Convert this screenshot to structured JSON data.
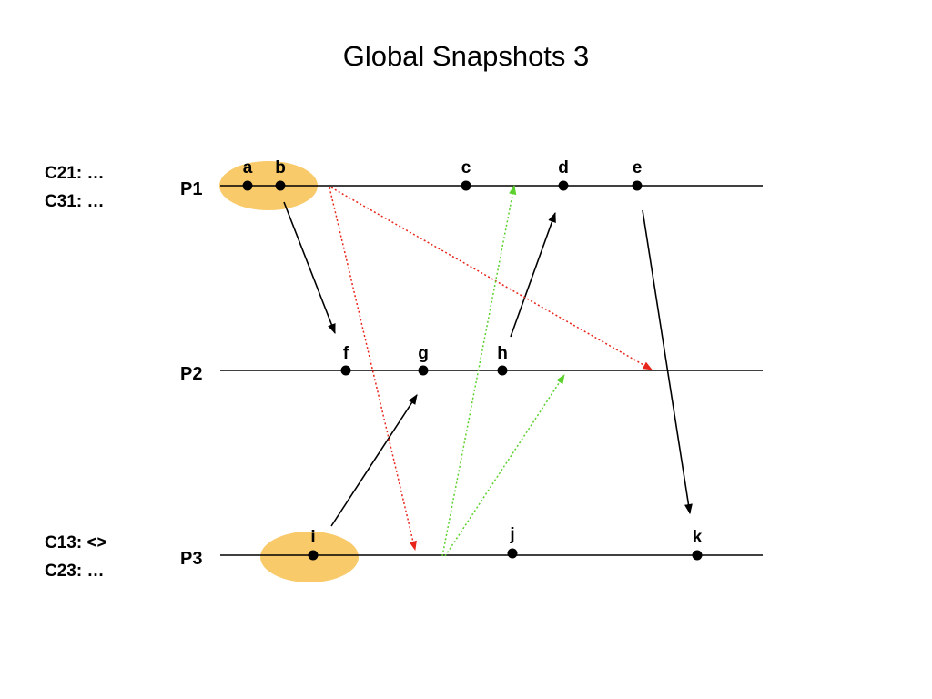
{
  "title": "Global Snapshots 3",
  "colors": {
    "snapshot_region": "#f9ca6a",
    "message": "#000000",
    "marker_red": "#e8251b",
    "marker_green": "#5cd12e",
    "timeline": "#000000"
  },
  "processes": [
    {
      "id": "P1",
      "label": "P1"
    },
    {
      "id": "P2",
      "label": "P2"
    },
    {
      "id": "P3",
      "label": "P3"
    }
  ],
  "events": [
    {
      "label": "a",
      "process": "P1"
    },
    {
      "label": "b",
      "process": "P1"
    },
    {
      "label": "c",
      "process": "P1"
    },
    {
      "label": "d",
      "process": "P1"
    },
    {
      "label": "e",
      "process": "P1"
    },
    {
      "label": "f",
      "process": "P2"
    },
    {
      "label": "g",
      "process": "P2"
    },
    {
      "label": "h",
      "process": "P2"
    },
    {
      "label": "i",
      "process": "P3"
    },
    {
      "label": "j",
      "process": "P3"
    },
    {
      "label": "k",
      "process": "P3"
    }
  ],
  "channel_states": {
    "p1": [
      "C21: …",
      "C31: …"
    ],
    "p3": [
      "C13: <>",
      "C23: …"
    ]
  },
  "messages": [
    {
      "from": "b",
      "to": "f",
      "style": "solid",
      "color": "black"
    },
    {
      "from": "i",
      "to": "g",
      "style": "solid",
      "color": "black"
    },
    {
      "from": "h",
      "to": "d",
      "style": "solid",
      "color": "black"
    },
    {
      "from": "e",
      "to": "k",
      "style": "solid",
      "color": "black"
    },
    {
      "from": "P1",
      "to": "P3",
      "style": "dotted",
      "color": "red",
      "kind": "marker"
    },
    {
      "from": "P1",
      "to": "P2",
      "style": "dotted",
      "color": "red",
      "kind": "marker"
    },
    {
      "from": "P3",
      "to": "P1",
      "style": "dotted",
      "color": "green",
      "kind": "marker"
    },
    {
      "from": "P3",
      "to": "P2",
      "style": "dotted",
      "color": "green",
      "kind": "marker"
    }
  ]
}
